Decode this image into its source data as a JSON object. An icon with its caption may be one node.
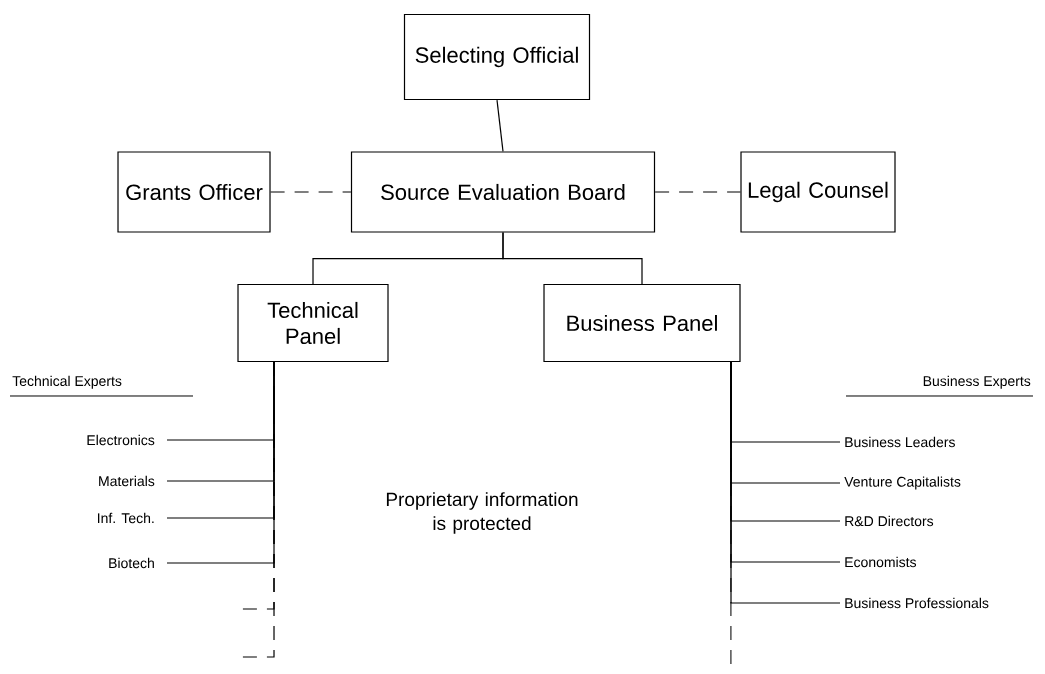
{
  "diagram": {
    "nodes": [
      {
        "text": [
          "Selecting Official"
        ]
      },
      {
        "text": [
          "Grants Officer"
        ]
      },
      {
        "text": [
          "Source Evaluation Board"
        ]
      },
      {
        "text": [
          "Legal Counsel"
        ]
      },
      {
        "text": [
          "Technical Panel"
        ]
      },
      {
        "text": [
          "Business Panel"
        ]
      },
      {
        "text": [
          "Electronics"
        ]
      },
      {
        "text": [
          "Materials"
        ]
      },
      {
        "text": [
          "Inf. Tech."
        ]
      },
      {
        "text": [
          "Biotech"
        ]
      },
      {
        "text": [
          "Business Leaders"
        ]
      },
      {
        "text": [
          "Venture Capitalists"
        ]
      },
      {
        "text": [
          "R&D Directors"
        ]
      },
      {
        "text": [
          "Economists"
        ]
      },
      {
        "text": [
          "Business Professionals"
        ]
      }
    ],
    "edges": [
      {
        "from": 0,
        "to": 2,
        "arrow": "none"
      },
      {
        "from": 1,
        "to": 2,
        "arrow": "none",
        "style": "dashed"
      },
      {
        "from": 2,
        "to": 3,
        "arrow": "none",
        "style": "dashed"
      },
      {
        "from": 2,
        "to": 4,
        "arrow": "none"
      },
      {
        "from": 2,
        "to": 5,
        "arrow": "none"
      },
      {
        "from": 4,
        "to": 6,
        "arrow": "none"
      },
      {
        "from": 4,
        "to": 7,
        "arrow": "none"
      },
      {
        "from": 4,
        "to": 8,
        "arrow": "none"
      },
      {
        "from": 4,
        "to": 9,
        "arrow": "none"
      },
      {
        "from": 4,
        "to": null,
        "arrow": "none",
        "style": "dashed"
      },
      {
        "from": 4,
        "to": null,
        "arrow": "none",
        "style": "dashed"
      },
      {
        "from": 5,
        "to": 10,
        "arrow": "none"
      },
      {
        "from": 5,
        "to": 11,
        "arrow": "none"
      },
      {
        "from": 5,
        "to": 12,
        "arrow": "none"
      },
      {
        "from": 5,
        "to": 13,
        "arrow": "none"
      },
      {
        "from": 5,
        "to": 14,
        "arrow": "none"
      },
      {
        "from": 5,
        "to": null,
        "arrow": "none",
        "style": "dashed"
      }
    ],
    "labels": [
      "Technical Experts",
      "Business Experts",
      "Proprietary information is protected"
    ]
  }
}
